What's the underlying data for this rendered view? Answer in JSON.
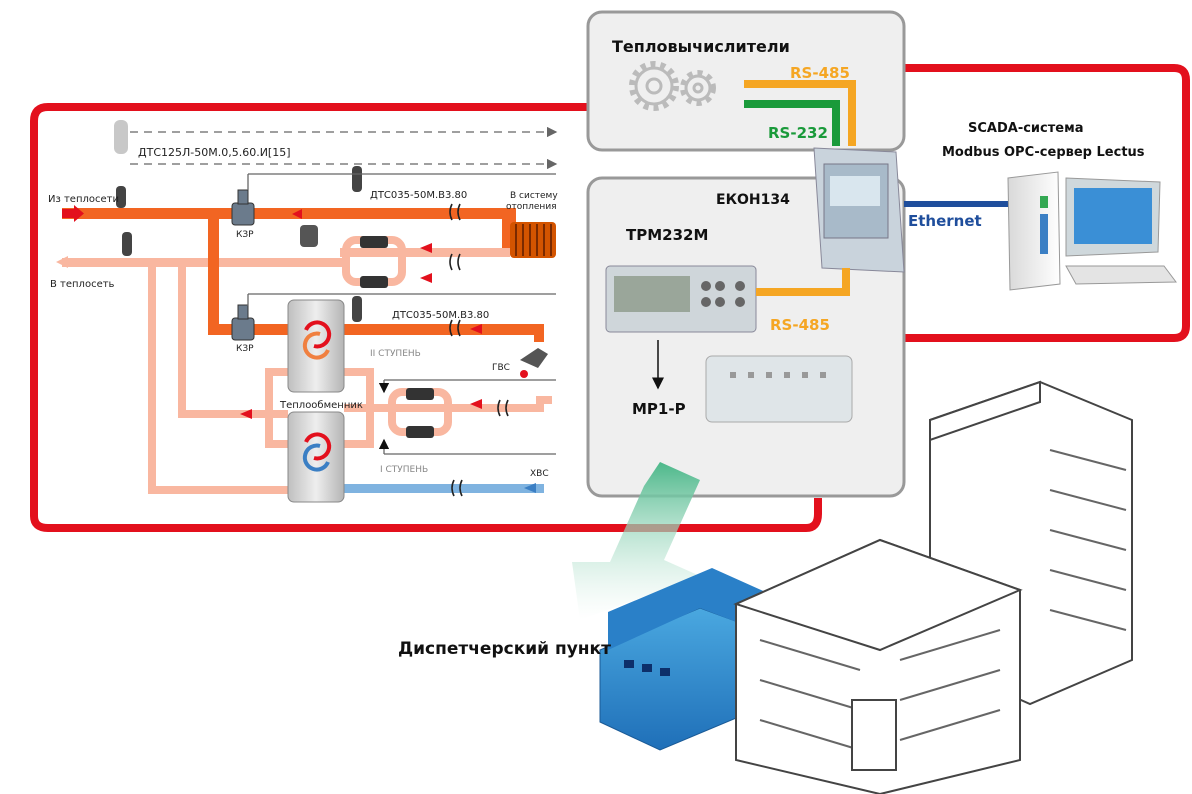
{
  "diagram": {
    "colors": {
      "hot_pipe": "#f26522",
      "return_pipe": "#f9b7a0",
      "cold_pipe": "#7fb3e0",
      "frame_red": "#e3101d",
      "rs485": "#f5a623",
      "rs232": "#1a9a3a",
      "ethernet": "#1f4e9c",
      "arrow_green": "#3fa878"
    },
    "scheme": {
      "sensor_top": "ДТС125Л-50М.0,5.60.И[15]",
      "inlet": "Из теплосети",
      "outlet": "В теплосеть",
      "valve_1": "КЗР",
      "valve_2": "КЗР",
      "sensor_1": "ДТС035-50М.В3.80",
      "sensor_2": "ДТС035-50М.В3.80",
      "to_heating_1": "В систему",
      "to_heating_2": "отопления",
      "hot_water": "ГВС",
      "cold_water": "ХВС",
      "stage_2": "II СТУПЕНЬ",
      "stage_1": "I СТУПЕНЬ",
      "heat_exchanger": "Теплообменник"
    },
    "calculators": {
      "title": "Тепловычислители",
      "rs485_top": "RS-485",
      "rs232": "RS-232"
    },
    "controllers": {
      "ekon": "ЕКОН134",
      "trm": "ТРМ232М",
      "rs485_bottom": "RS-485",
      "mr1": "МР1-Р"
    },
    "scada": {
      "line1": "SCADA-система",
      "line2": "Modbus OPC-сервер Lectus",
      "ethernet": "Ethernet"
    },
    "dispatch": {
      "label": "Диспетчерский пункт"
    }
  }
}
